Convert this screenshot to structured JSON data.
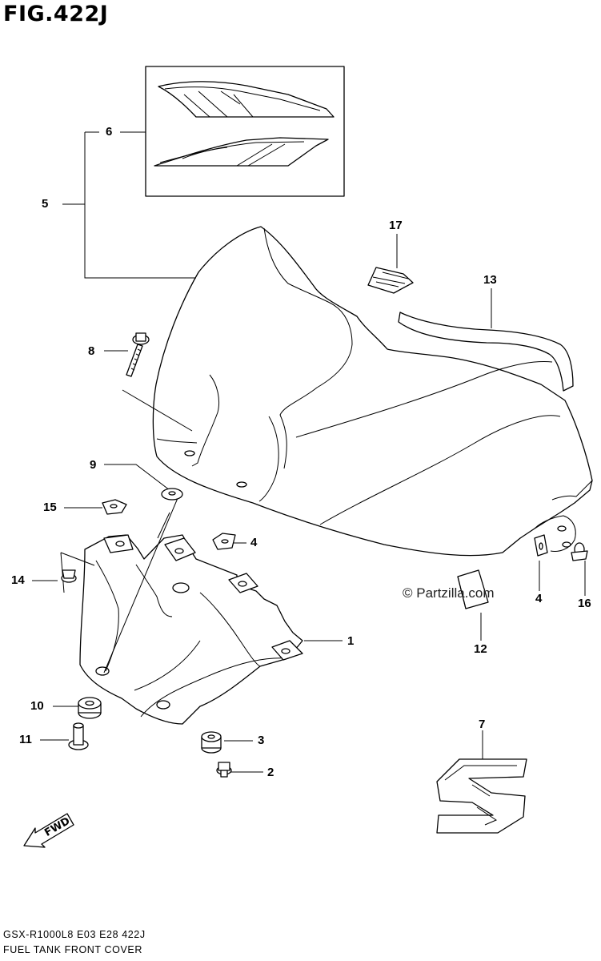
{
  "figure": {
    "title": "FIG.422J",
    "watermark": "© Partzilla.com",
    "fwd_label": "FWD",
    "footer_model": "GSX-R1000L8  E03  E28  422J",
    "footer_name": "FUEL TANK FRONT COVER"
  },
  "callouts": {
    "c1": "1",
    "c2": "2",
    "c3": "3",
    "c4a": "4",
    "c4b": "4",
    "c5": "5",
    "c6": "6",
    "c7": "7",
    "c8": "8",
    "c9": "9",
    "c10": "10",
    "c11": "11",
    "c12": "12",
    "c13": "13",
    "c14": "14",
    "c15": "15",
    "c16": "16",
    "c17": "17"
  }
}
